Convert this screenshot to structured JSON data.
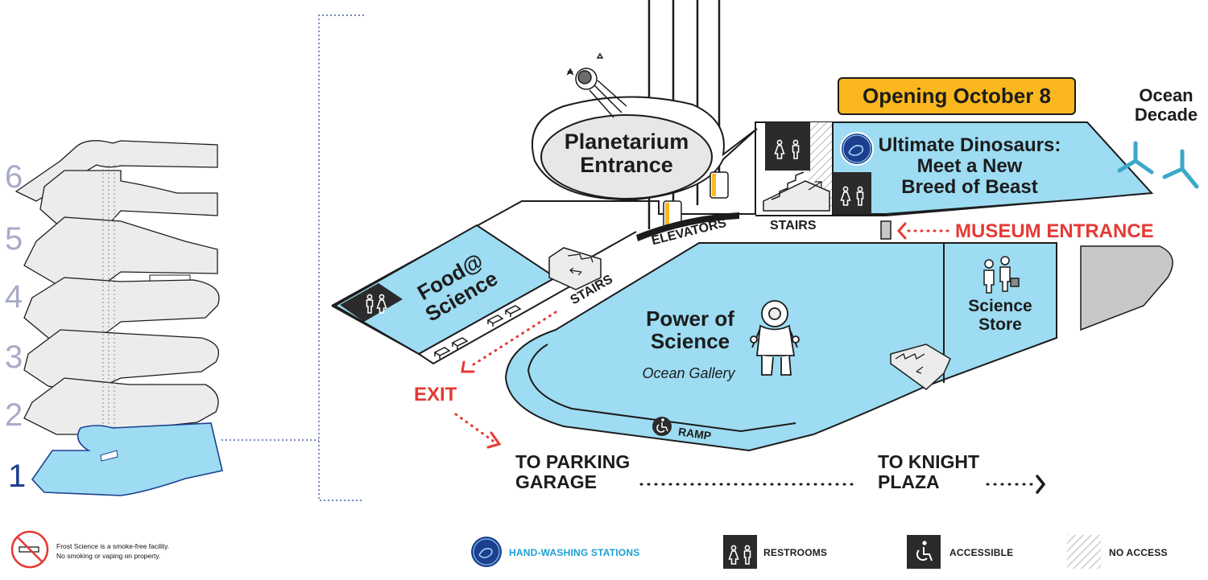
{
  "floor_selector": {
    "floors": [
      {
        "label": "6"
      },
      {
        "label": "5"
      },
      {
        "label": "4"
      },
      {
        "label": "3"
      },
      {
        "label": "2"
      },
      {
        "label": "1",
        "current": true
      }
    ]
  },
  "areas": {
    "planetarium": "Planetarium\nEntrance",
    "food": "Food@\nScience",
    "ultimate_dinosaurs": "Ultimate Dinosaurs:\nMeet a New\nBreed of Beast",
    "power_of_science": "Power of\nScience",
    "ocean_gallery": "Ocean Gallery",
    "science_store": "Science\nStore",
    "ocean_decade": "Ocean\nDecade"
  },
  "badge": "Opening October 8",
  "labels": {
    "elevators": "ELEVATORS",
    "stairs_top": "STAIRS",
    "stairs_left": "STAIRS",
    "ramp": "RAMP",
    "museum_entrance": "MUSEUM ENTRANCE",
    "exit": "EXIT",
    "parking": "TO PARKING\nGARAGE",
    "knight_plaza": "TO KNIGHT\nPLAZA"
  },
  "notice": {
    "line1": "Frost Science is a smoke-free facility.",
    "line2": "No smoking or vaping on property."
  },
  "legend": {
    "hand_washing": "HAND-WASHING STATIONS",
    "restrooms": "RESTROOMS",
    "accessible": "ACCESSIBLE",
    "no_access": "NO ACCESS"
  },
  "colors": {
    "gallery_blue": "#9ddcf2",
    "exit_red": "#e53a34",
    "badge_yellow": "#fab81e",
    "wash_navy": "#1d3f8f",
    "floor_gray": "#a8abc8"
  },
  "icons": [
    "no-smoking-icon",
    "hand-washing-icon",
    "restroom-icon",
    "accessible-icon",
    "no-access-icon",
    "astronaut-diver-icon",
    "shoppers-icon",
    "stairs-icon",
    "comet-icon",
    "ocean-sensor-icon",
    "elevator-icon",
    "bench-icon",
    "arrow-icon"
  ]
}
